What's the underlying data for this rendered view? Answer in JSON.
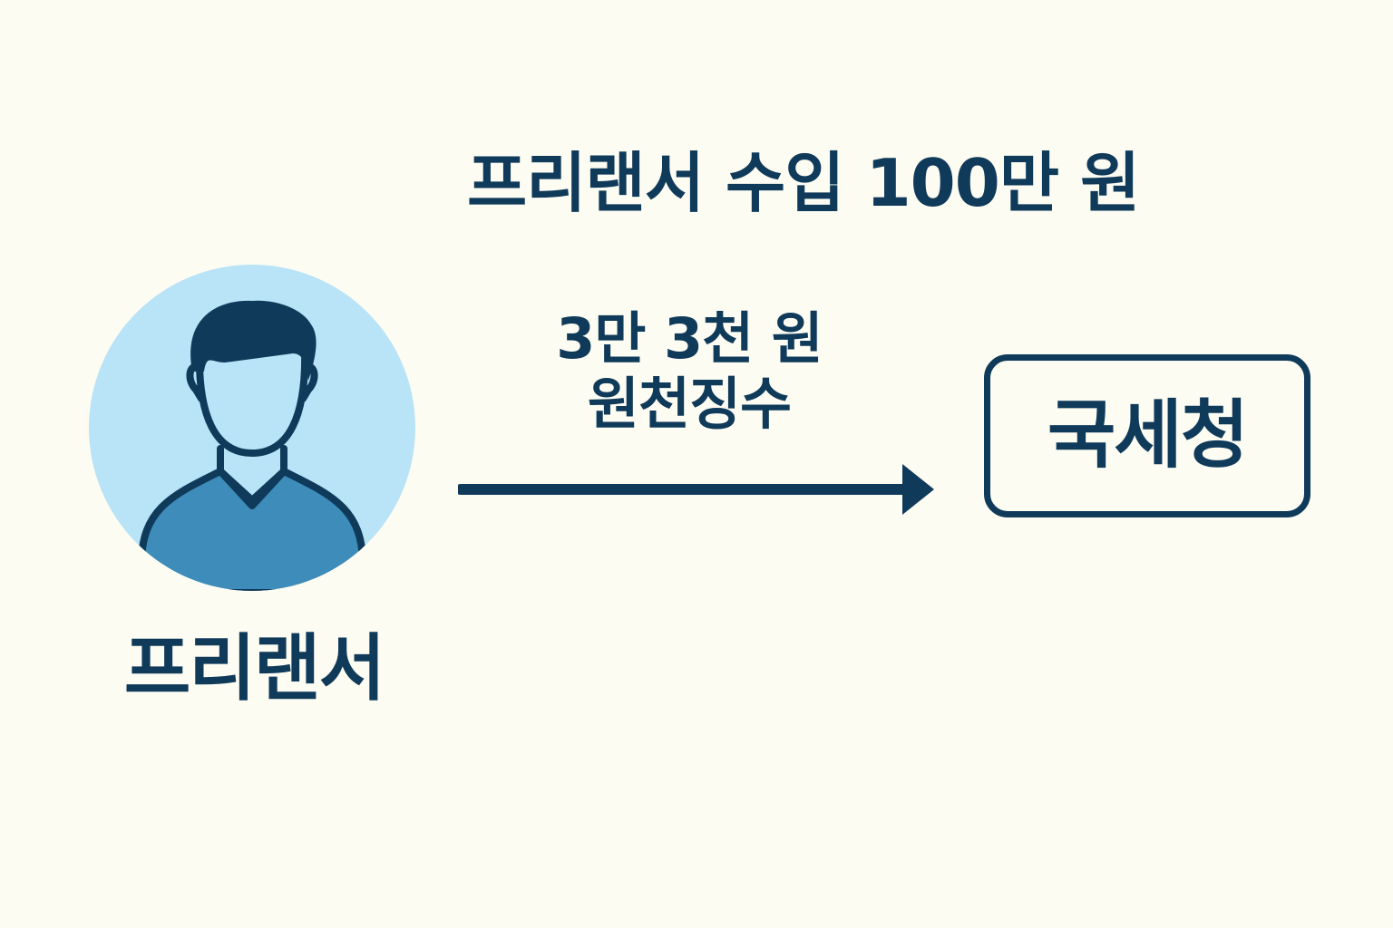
{
  "income_title": "프리랜서 수입 100만 원",
  "person": {
    "label": "프리랜서",
    "icon": "person-icon"
  },
  "transfer": {
    "amount": "3만 3천 원",
    "description": "원천징수",
    "icon": "arrow-right-icon"
  },
  "tax_office": {
    "label": "국세청"
  },
  "colors": {
    "background": "#fdfcf2",
    "navy": "#0f3a5a",
    "avatar_bg": "#b9e3f6",
    "shirt": "#3e8cb9"
  }
}
